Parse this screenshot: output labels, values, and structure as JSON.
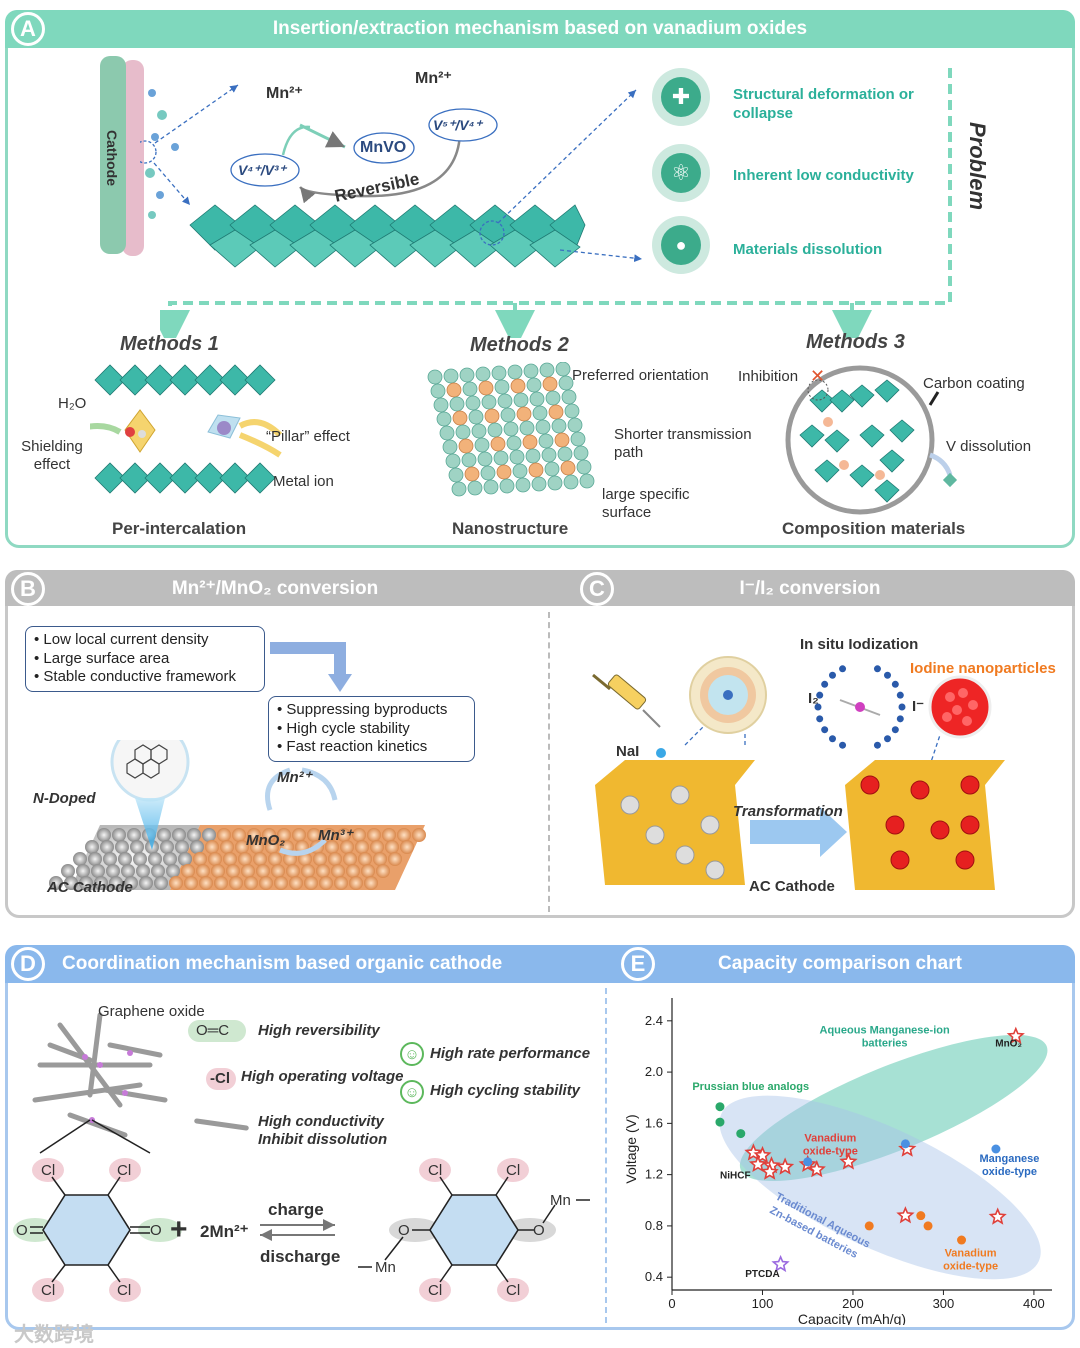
{
  "panelA": {
    "badge": "A",
    "title": "Insertion/extraction mechanism based on vanadium oxides",
    "cathode": "Cathode",
    "mn_left": "Mn²⁺",
    "mn_right": "Mn²⁺",
    "mnvo": "MnVO",
    "v43": "V⁴⁺/V³⁺",
    "v54": "V⁵⁺/V⁴⁺",
    "reversible": "Reversible",
    "problem": "Problem",
    "problems": [
      "Structural deformation or collapse",
      "Inherent low conductivity",
      "Materials dissolution"
    ],
    "methods": [
      {
        "title": "Methods 1",
        "caption": "Per-intercalation"
      },
      {
        "title": "Methods 2",
        "caption": "Nanostructure"
      },
      {
        "title": "Methods 3",
        "caption": "Composition materials"
      }
    ],
    "m1": {
      "h2o": "H₂O",
      "shield": "Shielding effect",
      "pillar": "“Pillar” effect",
      "metal": "Metal ion"
    },
    "m2": {
      "pref": "Preferred orientation",
      "shorter": "Shorter transmission path",
      "large": "large specific surface"
    },
    "m3": {
      "inhib": "Inhibition",
      "carbon": "Carbon coating",
      "vdis": "V dissolution"
    }
  },
  "panelB": {
    "badge": "B",
    "title": "Mn²⁺/MnO₂ conversion",
    "box1": [
      "Low local current density",
      "Large surface area",
      "Stable conductive framework"
    ],
    "box2": [
      "Suppressing byproducts",
      "High cycle stability",
      "Fast reaction kinetics"
    ],
    "ndoped": "N-Doped",
    "ac": "AC Cathode",
    "mn2": "Mn²⁺",
    "mno2": "MnO₂",
    "mn3": "Mn³⁺"
  },
  "panelC": {
    "badge": "C",
    "title": "I⁻/I₂ conversion",
    "insitu": "In situ Iodization",
    "nanop": "Iodine nanoparticles",
    "nai": "NaI",
    "i2": "I₂",
    "iminus": "I⁻",
    "transformation": "Transformation",
    "ac": "AC Cathode"
  },
  "panelD": {
    "badge": "D",
    "title": "Coordination mechanism based organic cathode",
    "go": "Graphene oxide",
    "co": "O═C",
    "hr": "High reversibility",
    "cl": "-Cl",
    "hov": "High operating voltage",
    "hc": "High conductivity",
    "id": "Inhibit dissolution",
    "hrp": "High rate performance",
    "hcs": "High cycling stability",
    "plus": "+",
    "mn2": "2Mn²⁺",
    "charge": "charge",
    "discharge": "discharge",
    "cl_atom": "Cl",
    "o_atom": "O",
    "mn_atom": "Mn"
  },
  "panelE": {
    "badge": "E",
    "title": "Capacity comparison chart"
  },
  "chart_data": {
    "type": "scatter",
    "xlabel": "Capacity (mAh/g)",
    "ylabel": "Voltage (V)",
    "xlim": [
      0,
      420
    ],
    "ylim": [
      0.3,
      2.5
    ],
    "xticks": [
      0,
      100,
      200,
      300,
      400
    ],
    "yticks": [
      0.4,
      0.8,
      1.2,
      1.6,
      2.0,
      2.4
    ],
    "regions": [
      {
        "name": "Aqueous Manganese-ion batteries",
        "color": "#5fc8b0"
      },
      {
        "name": "Traditional Aqueous Zn-based batteries",
        "color": "#a9c4e8"
      }
    ],
    "series": [
      {
        "name": "Prussian blue analogs",
        "marker": "circle",
        "color": "#2aa86a",
        "points": [
          [
            53,
            1.73
          ],
          [
            53,
            1.61
          ],
          [
            76,
            1.52
          ]
        ]
      },
      {
        "name": "Vanadium oxide-type",
        "marker": "star",
        "color": "#e0403a",
        "points": [
          [
            90,
            1.37
          ],
          [
            100,
            1.35
          ],
          [
            95,
            1.28
          ],
          [
            110,
            1.27
          ],
          [
            125,
            1.26
          ],
          [
            150,
            1.28
          ],
          [
            160,
            1.24
          ],
          [
            195,
            1.3
          ],
          [
            260,
            1.4
          ],
          [
            258,
            0.88
          ],
          [
            360,
            0.87
          ],
          [
            108,
            1.22
          ]
        ]
      },
      {
        "name": "Manganese oxide-type",
        "marker": "circle",
        "color": "#4a90e2",
        "points": [
          [
            150,
            1.3
          ],
          [
            258,
            1.44
          ],
          [
            358,
            1.4
          ]
        ]
      },
      {
        "name": "Vanadium oxide-type",
        "marker": "circle",
        "color": "#f07a20",
        "points": [
          [
            218,
            0.8
          ],
          [
            275,
            0.88
          ],
          [
            283,
            0.8
          ],
          [
            320,
            0.69
          ]
        ]
      },
      {
        "name": "MnO₂",
        "marker": "star",
        "color": "#e0403a",
        "points": [
          [
            380,
            2.28
          ]
        ]
      },
      {
        "name": "PTCDA",
        "marker": "star",
        "color": "#9b6be0",
        "points": [
          [
            120,
            0.5
          ]
        ]
      }
    ],
    "annotations": [
      "Aqueous Manganese-ion batteries",
      "Prussian blue analogs",
      "Vanadium oxide-type",
      "NiHCF",
      "Manganese oxide-type",
      "Traditional Aqueous Zn-based batteries",
      "Vanadium oxide-type",
      "PTCDA",
      "MnO₂"
    ]
  },
  "watermark": "大数跨境"
}
